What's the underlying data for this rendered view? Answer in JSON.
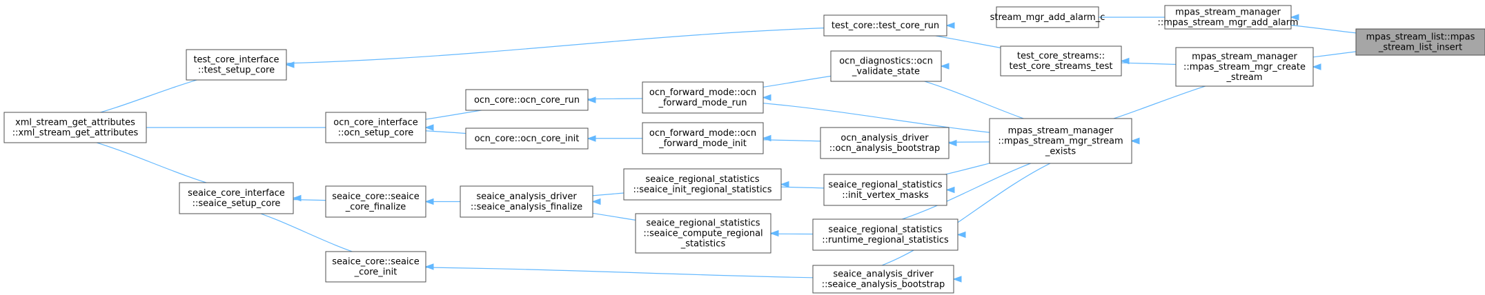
{
  "nodes": [
    {
      "id": "target",
      "lines": [
        "mpas_stream_list::mpas",
        "_stream_list_insert"
      ],
      "highlight": true
    },
    {
      "id": "add_alarm",
      "lines": [
        "mpas_stream_manager",
        "::mpas_stream_mgr_add_alarm"
      ]
    },
    {
      "id": "create_stream",
      "lines": [
        "mpas_stream_manager",
        "::mpas_stream_mgr_create",
        "_stream"
      ]
    },
    {
      "id": "alarm_c",
      "lines": [
        "stream_mgr_add_alarm_c"
      ]
    },
    {
      "id": "streams_test",
      "lines": [
        "test_core_streams::",
        "test_core_streams_test"
      ]
    },
    {
      "id": "stream_exists",
      "lines": [
        "mpas_stream_manager",
        "::mpas_stream_mgr_stream",
        "_exists"
      ]
    },
    {
      "id": "test_core_run",
      "lines": [
        "test_core::test_core_run"
      ]
    },
    {
      "id": "test_setup_core",
      "lines": [
        "test_core_interface",
        "::test_setup_core"
      ]
    },
    {
      "id": "xml_attr",
      "lines": [
        "xml_stream_get_attributes",
        "::xml_stream_get_attributes"
      ]
    },
    {
      "id": "validate_state",
      "lines": [
        "ocn_diagnostics::ocn",
        "_validate_state"
      ]
    },
    {
      "id": "fwd_run",
      "lines": [
        "ocn_forward_mode::ocn",
        "_forward_mode_run"
      ]
    },
    {
      "id": "ocn_core_run",
      "lines": [
        "ocn_core::ocn_core_run"
      ]
    },
    {
      "id": "ocn_setup_core",
      "lines": [
        "ocn_core_interface",
        "::ocn_setup_core"
      ]
    },
    {
      "id": "ocn_bootstrap",
      "lines": [
        "ocn_analysis_driver",
        "::ocn_analysis_bootstrap"
      ]
    },
    {
      "id": "fwd_init",
      "lines": [
        "ocn_forward_mode::ocn",
        "_forward_mode_init"
      ]
    },
    {
      "id": "ocn_core_init",
      "lines": [
        "ocn_core::ocn_core_init"
      ]
    },
    {
      "id": "init_vertex",
      "lines": [
        "seaice_regional_statistics",
        "::init_vertex_masks"
      ]
    },
    {
      "id": "init_regional",
      "lines": [
        "seaice_regional_statistics",
        "::seaice_init_regional_statistics"
      ]
    },
    {
      "id": "analysis_finalize",
      "lines": [
        "seaice_analysis_driver",
        "::seaice_analysis_finalize"
      ]
    },
    {
      "id": "core_finalize",
      "lines": [
        "seaice_core::seaice",
        "_core_finalize"
      ]
    },
    {
      "id": "seaice_setup",
      "lines": [
        "seaice_core_interface",
        "::seaice_setup_core"
      ]
    },
    {
      "id": "runtime_regional",
      "lines": [
        "seaice_regional_statistics",
        "::runtime_regional_statistics"
      ]
    },
    {
      "id": "compute_regional",
      "lines": [
        "seaice_regional_statistics",
        "::seaice_compute_regional",
        "_statistics"
      ]
    },
    {
      "id": "seaice_bootstrap",
      "lines": [
        "seaice_analysis_driver",
        "::seaice_analysis_bootstrap"
      ]
    },
    {
      "id": "seaice_core_init",
      "lines": [
        "seaice_core::seaice",
        "_core_init"
      ]
    }
  ],
  "edges": [
    {
      "from": "add_alarm",
      "to": "target"
    },
    {
      "from": "create_stream",
      "to": "target"
    },
    {
      "from": "alarm_c",
      "to": "add_alarm"
    },
    {
      "from": "streams_test",
      "to": "create_stream"
    },
    {
      "from": "stream_exists",
      "to": "create_stream"
    },
    {
      "from": "test_core_run",
      "to": "streams_test"
    },
    {
      "from": "test_setup_core",
      "to": "test_core_run"
    },
    {
      "from": "xml_attr",
      "to": "test_setup_core"
    },
    {
      "from": "validate_state",
      "to": "stream_exists"
    },
    {
      "from": "fwd_run",
      "to": "stream_exists"
    },
    {
      "from": "ocn_bootstrap",
      "to": "stream_exists"
    },
    {
      "from": "init_vertex",
      "to": "stream_exists"
    },
    {
      "from": "runtime_regional",
      "to": "stream_exists"
    },
    {
      "from": "seaice_bootstrap",
      "to": "stream_exists"
    },
    {
      "from": "fwd_run",
      "to": "validate_state"
    },
    {
      "from": "ocn_core_run",
      "to": "fwd_run"
    },
    {
      "from": "ocn_setup_core",
      "to": "ocn_core_run"
    },
    {
      "from": "xml_attr",
      "to": "ocn_setup_core"
    },
    {
      "from": "fwd_init",
      "to": "ocn_bootstrap"
    },
    {
      "from": "ocn_core_init",
      "to": "fwd_init"
    },
    {
      "from": "ocn_setup_core",
      "to": "ocn_core_init"
    },
    {
      "from": "init_regional",
      "to": "init_vertex"
    },
    {
      "from": "analysis_finalize",
      "to": "init_regional"
    },
    {
      "from": "core_finalize",
      "to": "analysis_finalize"
    },
    {
      "from": "seaice_setup",
      "to": "core_finalize"
    },
    {
      "from": "xml_attr",
      "to": "seaice_setup"
    },
    {
      "from": "compute_regional",
      "to": "runtime_regional"
    },
    {
      "from": "analysis_finalize",
      "to": "compute_regional"
    },
    {
      "from": "seaice_core_init",
      "to": "seaice_bootstrap"
    },
    {
      "from": "seaice_setup",
      "to": "seaice_core_init"
    }
  ]
}
